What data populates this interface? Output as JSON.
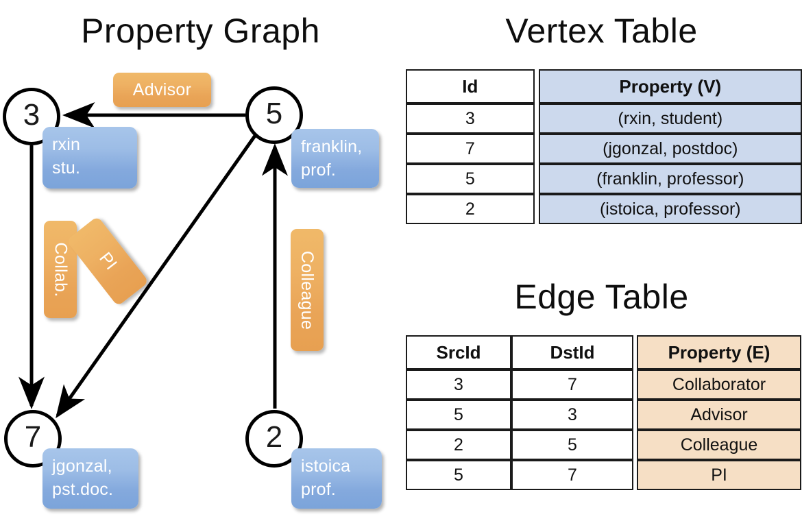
{
  "titles": {
    "property_graph": "Property Graph",
    "vertex_table": "Vertex Table",
    "edge_table": "Edge Table"
  },
  "graph": {
    "nodes": [
      {
        "id": "3",
        "property": "rxin\nstu."
      },
      {
        "id": "5",
        "property": "franklin,\nprof."
      },
      {
        "id": "7",
        "property": "jgonzal,\npst.doc."
      },
      {
        "id": "2",
        "property": "istoica\nprof."
      }
    ],
    "node_labels": {
      "n3": "3",
      "n5": "5",
      "n7": "7",
      "n2": "2"
    },
    "property_boxes": {
      "rxin_line1": "rxin",
      "rxin_line2": "stu.",
      "franklin_line1": "franklin,",
      "franklin_line2": "prof.",
      "jgonzal_line1": "jgonzal,",
      "jgonzal_line2": "pst.doc.",
      "istoica_line1": "istoica",
      "istoica_line2": "prof."
    },
    "edge_labels": {
      "advisor": "Advisor",
      "collab": "Collab.",
      "pi": "PI",
      "colleague": "Colleague"
    },
    "edges": [
      {
        "from": "5",
        "to": "3",
        "label": "Advisor"
      },
      {
        "from": "3",
        "to": "7",
        "label": "Collab."
      },
      {
        "from": "5",
        "to": "7",
        "label": "PI"
      },
      {
        "from": "2",
        "to": "5",
        "label": "Colleague"
      }
    ]
  },
  "vertex_table": {
    "headers": [
      "Id",
      "Property (V)"
    ],
    "rows": [
      {
        "id": "3",
        "property": "(rxin, student)"
      },
      {
        "id": "7",
        "property": "(jgonzal, postdoc)"
      },
      {
        "id": "5",
        "property": "(franklin, professor)"
      },
      {
        "id": "2",
        "property": "(istoica, professor)"
      }
    ]
  },
  "edge_table": {
    "headers": [
      "SrcId",
      "DstId",
      "Property (E)"
    ],
    "rows": [
      {
        "src": "3",
        "dst": "7",
        "property": "Collaborator"
      },
      {
        "src": "5",
        "dst": "3",
        "property": "Advisor"
      },
      {
        "src": "2",
        "dst": "5",
        "property": "Colleague"
      },
      {
        "src": "5",
        "dst": "7",
        "property": "PI"
      }
    ]
  },
  "colors": {
    "node_stroke": "#000000",
    "property_box_blue": "#8fb3e2",
    "edge_label_orange": "#eaa95c",
    "vertex_property_cell": "#ccd9ed",
    "edge_property_cell": "#f6dfc5",
    "background": "#ffffff"
  }
}
